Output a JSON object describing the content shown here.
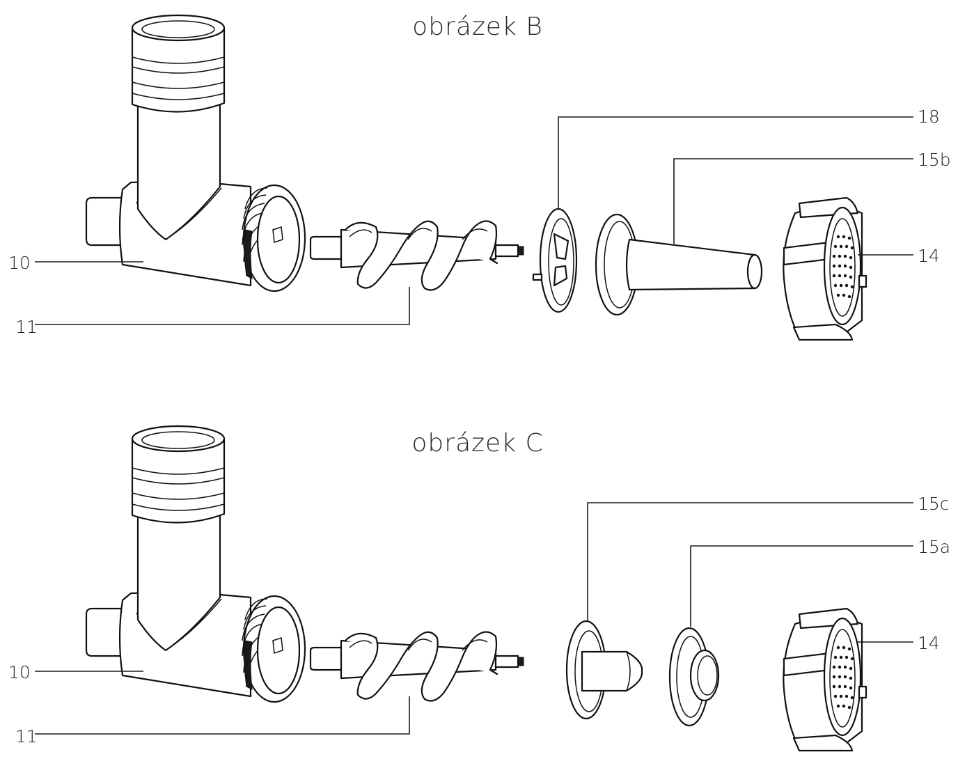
{
  "figure_b": {
    "title": "obrázek B",
    "labels": {
      "housing": "10",
      "auger": "11",
      "cutter": "18",
      "nozzle": "15b",
      "ring": "14"
    }
  },
  "figure_c": {
    "title": "obrázek C",
    "labels": {
      "housing": "10",
      "auger": "11",
      "cone": "15c",
      "disc": "15a",
      "ring": "14"
    }
  },
  "colors": {
    "line": "#1a1a1a",
    "text": "#222222",
    "background": "#ffffff"
  }
}
